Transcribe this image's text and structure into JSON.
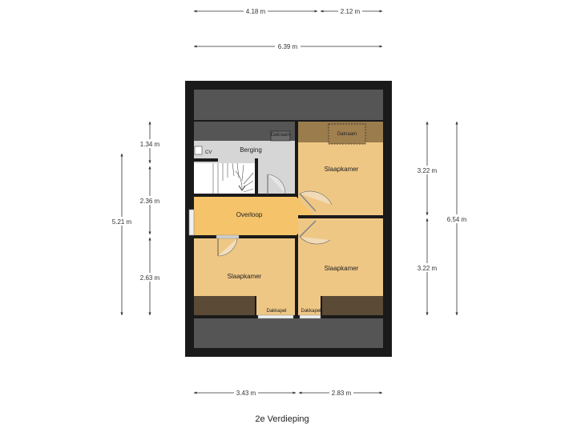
{
  "title": "2e Verdieping",
  "colors": {
    "wall": "#1a1a1a",
    "roof": "#555555",
    "room_warm": "#efc785",
    "room_orange": "#f4c36a",
    "room_gray": "#d6d6d6",
    "dimension": "#333333"
  },
  "rooms": {
    "berging": "Berging",
    "cv": "CV",
    "overloop": "Overloop",
    "slaapkamer_top_right": "Slaapkamer",
    "slaapkamer_bottom_left": "Slaapkamer",
    "slaapkamer_bottom_right": "Slaapkamer",
    "dakraam_left": "Dakraam",
    "dakraam_right": "Dakraam",
    "dakkapel_left": "Dakkapel",
    "dakkapel_right": "Dakkapel"
  },
  "dimensions": {
    "top_left": "4.18 m",
    "top_right": "2.12 m",
    "top_total": "6.39 m",
    "bottom_left": "3.43 m",
    "bottom_right": "2.83 m",
    "left_top": "1.34 m",
    "left_middle": "2.36 m",
    "left_bottom": "2.63 m",
    "left_total": "5.21 m",
    "right_top": "3.22 m",
    "right_bottom": "3.22 m",
    "right_total": "6.54 m"
  }
}
